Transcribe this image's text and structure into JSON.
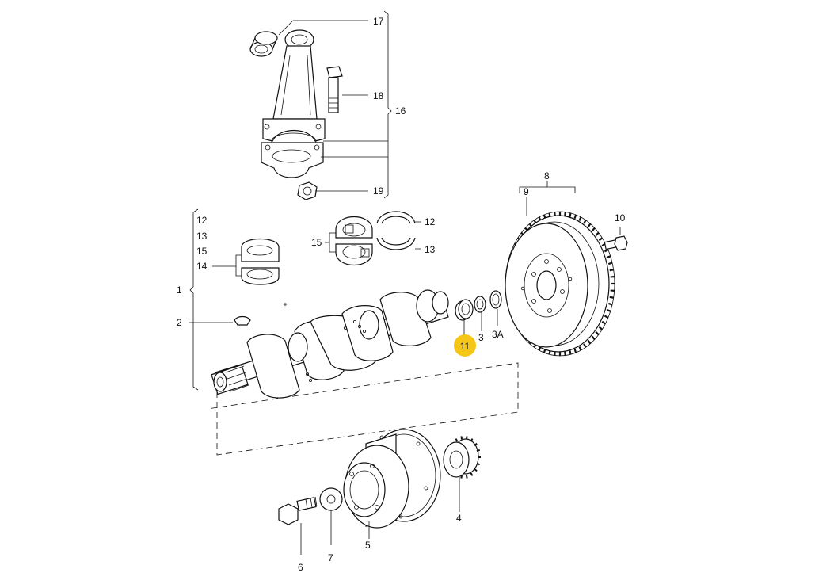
{
  "diagram": {
    "highlight_color": "#F5C518",
    "callouts": {
      "c17": "17",
      "c18": "18",
      "c16": "16",
      "c19": "19",
      "c8": "8",
      "c9": "9",
      "c10": "10",
      "c12a": "12",
      "c13a": "13",
      "c15a": "15",
      "c14": "14",
      "c1": "1",
      "c2": "2",
      "c15b": "15",
      "c12b": "12",
      "c13b": "13",
      "c11": "11",
      "c3": "3",
      "c3a": "3A",
      "c4": "4",
      "c5": "5",
      "c6": "6",
      "c7": "7"
    }
  }
}
